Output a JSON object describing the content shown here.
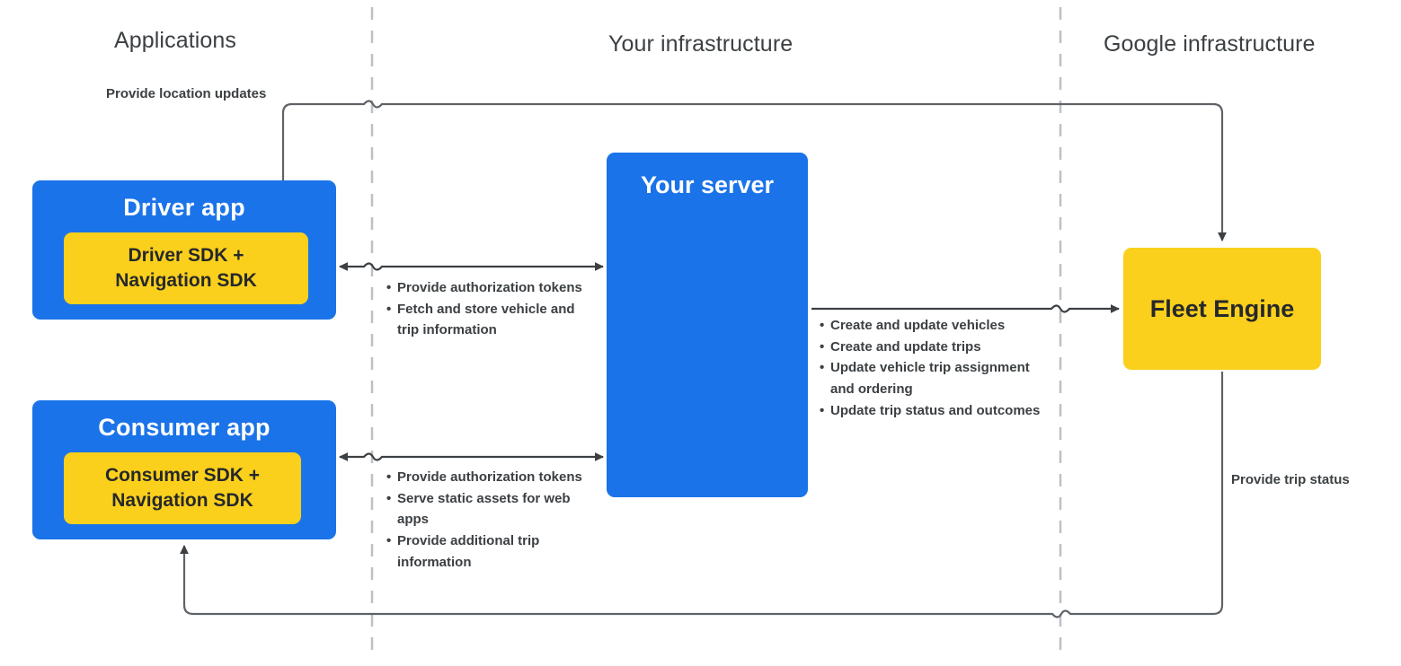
{
  "zones": [
    {
      "id": "applications",
      "label": "Applications"
    },
    {
      "id": "your_infrastructure",
      "label": "Your infrastructure"
    },
    {
      "id": "google_infrastructure",
      "label": "Google infrastructure"
    }
  ],
  "nodes": {
    "driver_app": {
      "title": "Driver app",
      "sdk_label": "Driver SDK +\nNavigation SDK",
      "color": "#1a73e8",
      "sdk_color": "#fbd01c"
    },
    "consumer_app": {
      "title": "Consumer app",
      "sdk_label": "Consumer SDK +\nNavigation SDK",
      "color": "#1a73e8",
      "sdk_color": "#fbd01c"
    },
    "your_server": {
      "title": "Your server",
      "color": "#1a73e8"
    },
    "fleet_engine": {
      "title": "Fleet Engine",
      "color": "#fbd01c"
    }
  },
  "edges": {
    "driver_to_fleet": {
      "label": "Provide location updates",
      "direction": "driver-app-to-fleet-engine"
    },
    "fleet_to_consumer": {
      "label": "Provide trip status",
      "direction": "fleet-engine-to-consumer-app"
    },
    "driver_server": {
      "direction": "bidirectional",
      "items": [
        "Provide authorization tokens",
        "Fetch and store vehicle and trip information"
      ]
    },
    "consumer_server": {
      "direction": "bidirectional",
      "items": [
        "Provide authorization tokens",
        "Serve static assets for web apps",
        "Provide additional trip information"
      ]
    },
    "server_fleet": {
      "direction": "server-to-fleet-engine",
      "items": [
        "Create and update vehicles",
        "Create and update trips",
        "Update vehicle trip assignment and ordering",
        "Update trip status and outcomes"
      ]
    }
  },
  "colors": {
    "blue": "#1a73e8",
    "yellow": "#fbd01c",
    "text_dark": "#3c4043",
    "connector": "#5f6368",
    "divider": "#bdc1c6"
  }
}
